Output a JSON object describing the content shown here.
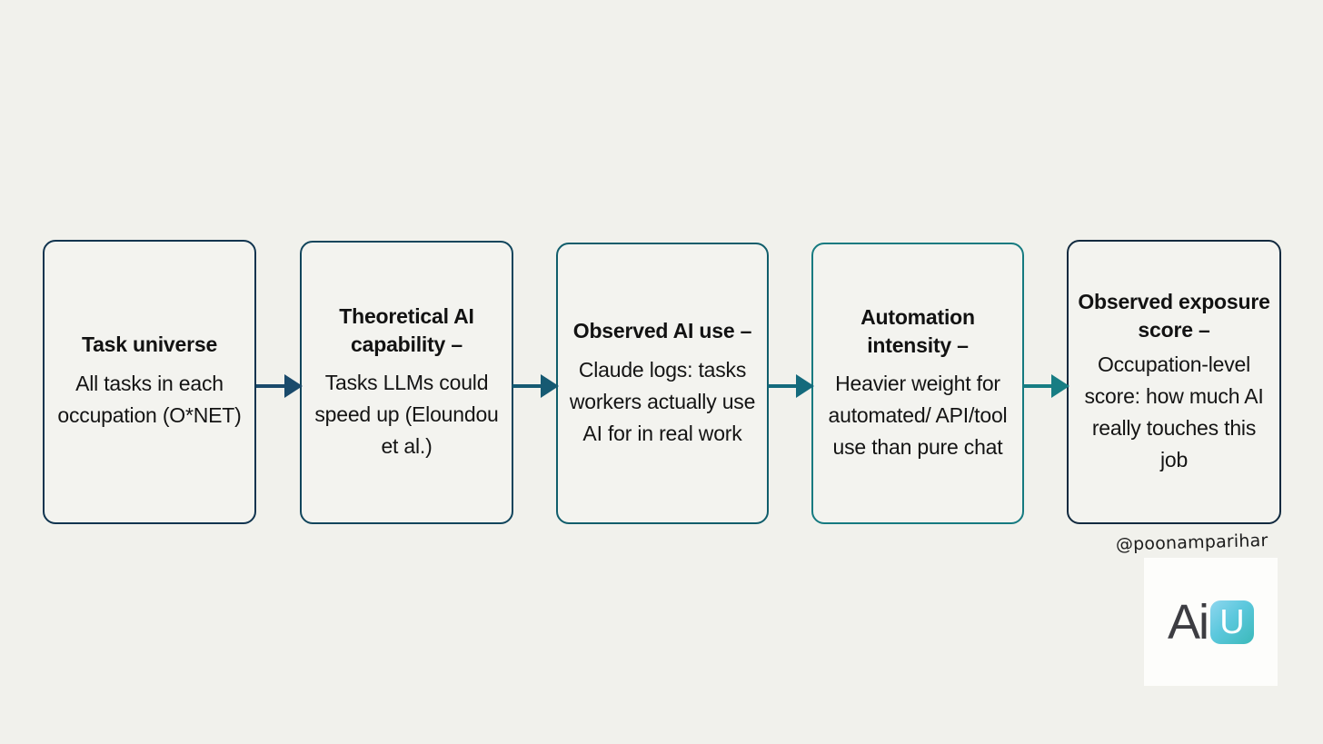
{
  "page": {
    "background_color": "#f1f1ec",
    "box_fill_color": "#f3f3ef"
  },
  "diagram": {
    "type": "horizontal-flow-pipeline",
    "step_count": 5,
    "boxes": [
      {
        "id": "box-1",
        "title": "Task universe",
        "description": "All tasks in each occupation (O*NET)",
        "border_color": "#10344f"
      },
      {
        "id": "box-2",
        "title": "Theoretical AI capability –",
        "description": "Tasks LLMs could speed up (Eloundou et al.)",
        "border_color": "#11455c"
      },
      {
        "id": "box-3",
        "title": "Observed AI use –",
        "description": "Claude logs: tasks workers actually use AI for in real work",
        "border_color": "#105d6b"
      },
      {
        "id": "box-4",
        "title": "Automation intensity –",
        "description": "Heavier weight for automated/ API/tool use than pure chat",
        "border_color": "#157a80"
      },
      {
        "id": "box-5",
        "title": "Observed exposure score –",
        "description": "Occupation-level score: how much AI really touches this job",
        "border_color": "#122a3f"
      }
    ],
    "arrows": [
      {
        "id": "arrow-1",
        "icon": "arrow-right-icon",
        "color": "#1a4a6b"
      },
      {
        "id": "arrow-2",
        "icon": "arrow-right-icon",
        "color": "#165a72"
      },
      {
        "id": "arrow-3",
        "icon": "arrow-right-icon",
        "color": "#146a7c"
      },
      {
        "id": "arrow-4",
        "icon": "arrow-right-icon",
        "color": "#177d83"
      }
    ]
  },
  "watermark": {
    "handle": "@poonamparihar"
  },
  "logo": {
    "text_dark": "Ai",
    "text_tile": "U",
    "tile_gradient_start": "#8fd7ef",
    "tile_gradient_end": "#3bb9b9",
    "plate_color": "#fdfdfb"
  }
}
